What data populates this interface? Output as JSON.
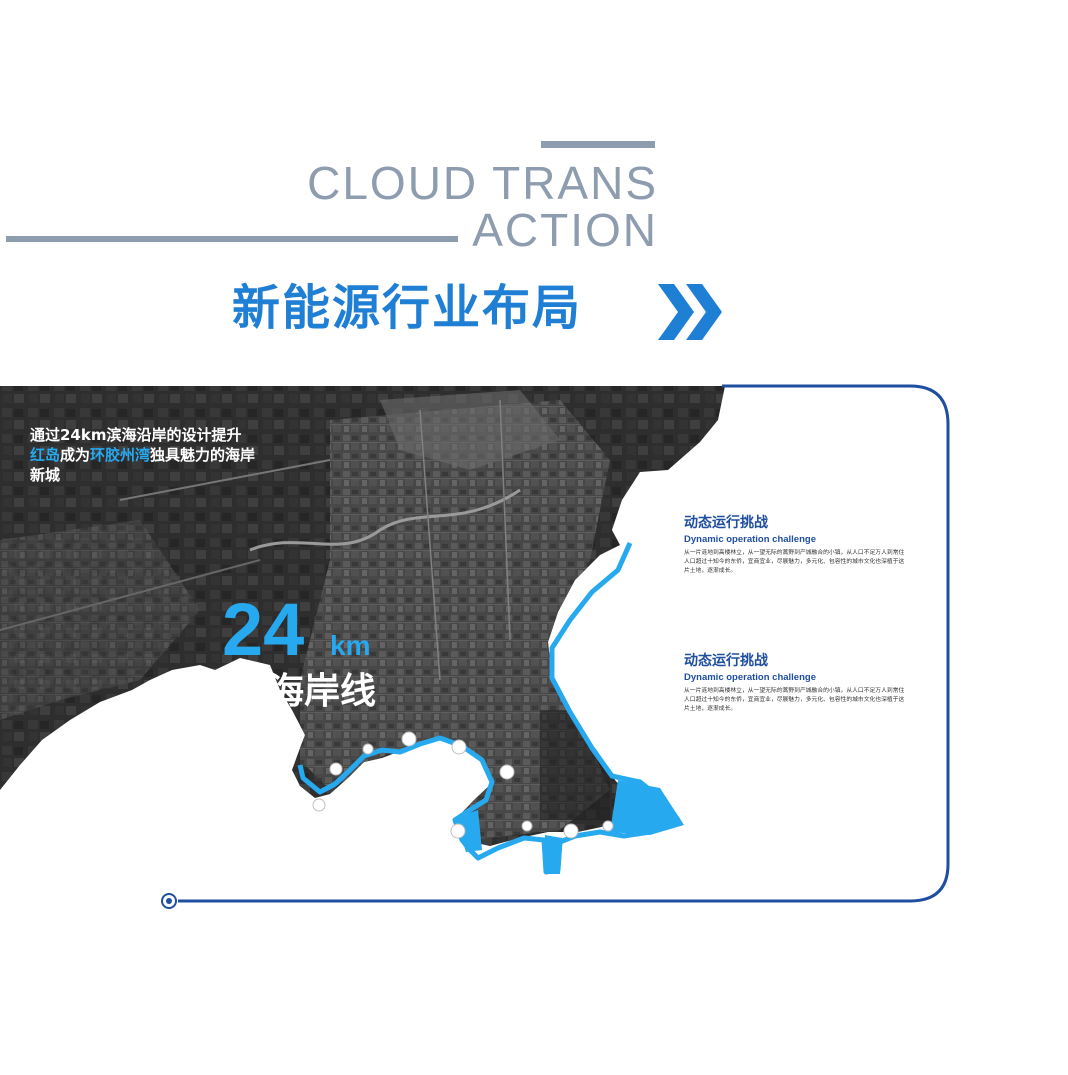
{
  "header": {
    "title_line1": "CLOUD TRANS",
    "title_line2": "ACTION",
    "heading": "新能源行业布局",
    "chevron_icon": "double-chevron-right-icon"
  },
  "intro": {
    "part1": "通过24km滨海沿岸的设计提升",
    "highlight1": "红岛",
    "part2": "成为",
    "highlight2": "环胶州湾",
    "part3": "独具魅力的海岸新城"
  },
  "stat": {
    "value": "24",
    "unit": "km",
    "label": "海岸线"
  },
  "info_blocks": [
    {
      "title": "动态运行挑战",
      "subtitle": "Dynamic operation challenge",
      "body": "从一片涟地到高楼林立，从一望无际的蒿野到产城融合的小镇，从人口不足万人到常住人口超过十知今的东侨，宜商宜业，尽展魅力，多元化、包容性的城市文化也深植于这片土地，逐渐成长。"
    },
    {
      "title": "动态运行挑战",
      "subtitle": "Dynamic operation challenge",
      "body": "从一片涟地到高楼林立，从一望无际的蒿野到产城融合的小镇，从人口不足万人到常住人口超过十知今的东侨，宜商宜业，尽展魅力，多元化、包容性的城市文化也深植于这片土地，逐渐成长。"
    }
  ],
  "colors": {
    "accent_blue": "#27a9ef",
    "heading_blue": "#1f7fd4",
    "frame_blue": "#1f4fa0",
    "title_gray": "#8e9cb0"
  },
  "markers": {
    "icon": "circle-marker-icon",
    "count": 10
  },
  "footer_icon": "target-circle-icon"
}
